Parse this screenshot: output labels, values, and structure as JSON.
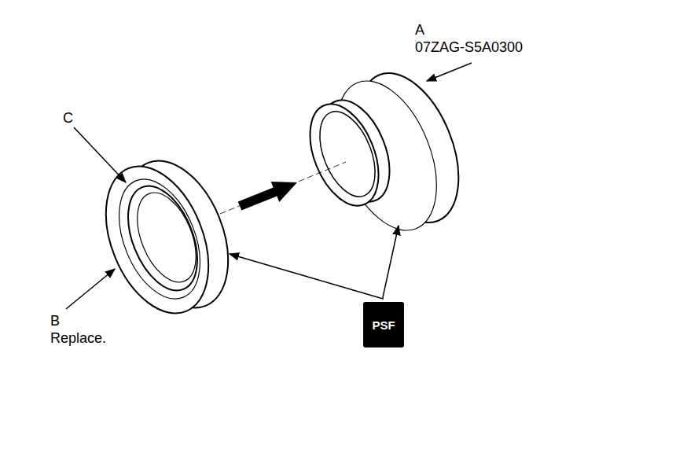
{
  "diagram": {
    "nodes": [
      {
        "text": [
          "PSF"
        ]
      }
    ],
    "labels": [
      "A",
      "07ZAG-S5A0300",
      "C",
      "B",
      "Replace."
    ]
  }
}
